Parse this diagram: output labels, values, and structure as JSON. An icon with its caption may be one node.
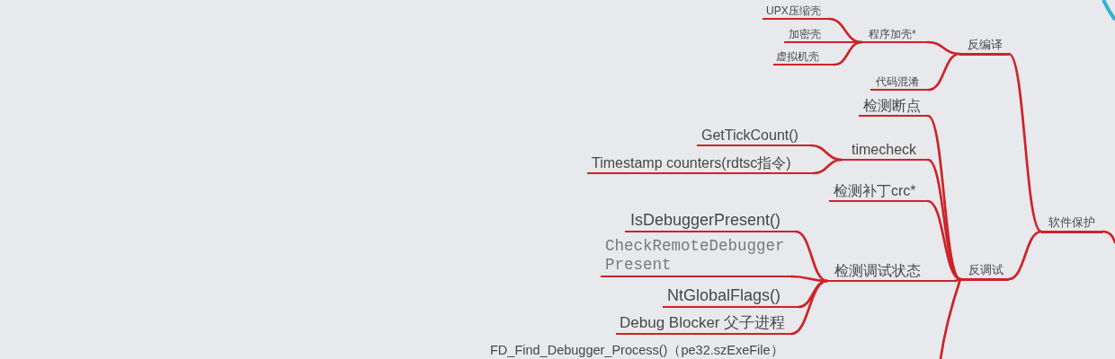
{
  "diagram": {
    "nodes": [
      {
        "text": [
          "软件保护"
        ]
      },
      {
        "text": [
          "反编译"
        ]
      },
      {
        "text": [
          "程序加壳*"
        ]
      },
      {
        "text": [
          "UPX压缩壳"
        ]
      },
      {
        "text": [
          "加密壳"
        ]
      },
      {
        "text": [
          "虚拟机壳"
        ]
      },
      {
        "text": [
          "代码混淆"
        ]
      },
      {
        "text": [
          "反调试"
        ]
      },
      {
        "text": [
          "检测断点"
        ]
      },
      {
        "text": [
          "timecheck"
        ]
      },
      {
        "text": [
          "GetTickCount()"
        ]
      },
      {
        "text": [
          "Timestamp counters(rdtsc指令)"
        ]
      },
      {
        "text": [
          "检测补丁crc*"
        ]
      },
      {
        "text": [
          "检测调试状态"
        ]
      },
      {
        "text": [
          "IsDebuggerPresent()"
        ]
      },
      {
        "text": [
          "CheckRemoteDebugger Present"
        ]
      },
      {
        "text": [
          "NtGlobalFlags()"
        ]
      },
      {
        "text": [
          "Debug Blocker 父子进程"
        ]
      },
      {
        "text": [
          "FD_Find_Debugger_Process()（pe32.szExeFile）"
        ]
      }
    ],
    "edges": [
      {
        "from": 0,
        "to": 1,
        "arrow": "none"
      },
      {
        "from": 1,
        "to": 2,
        "arrow": "none"
      },
      {
        "from": 2,
        "to": 3,
        "arrow": "none"
      },
      {
        "from": 2,
        "to": 4,
        "arrow": "none"
      },
      {
        "from": 2,
        "to": 5,
        "arrow": "none"
      },
      {
        "from": 1,
        "to": 6,
        "arrow": "none"
      },
      {
        "from": 0,
        "to": 7,
        "arrow": "none"
      },
      {
        "from": 7,
        "to": 8,
        "arrow": "none"
      },
      {
        "from": 7,
        "to": 9,
        "arrow": "none"
      },
      {
        "from": 9,
        "to": 10,
        "arrow": "none"
      },
      {
        "from": 9,
        "to": 11,
        "arrow": "none"
      },
      {
        "from": 7,
        "to": 12,
        "arrow": "none"
      },
      {
        "from": 7,
        "to": 13,
        "arrow": "none"
      },
      {
        "from": 13,
        "to": 14,
        "arrow": "none"
      },
      {
        "from": 13,
        "to": 15,
        "arrow": "none"
      },
      {
        "from": 13,
        "to": 16,
        "arrow": "none"
      },
      {
        "from": 13,
        "to": 17,
        "arrow": "none"
      },
      {
        "from": 7,
        "to": null,
        "arrow": "none"
      },
      {
        "from": 0,
        "to": null,
        "arrow": "none"
      }
    ]
  }
}
